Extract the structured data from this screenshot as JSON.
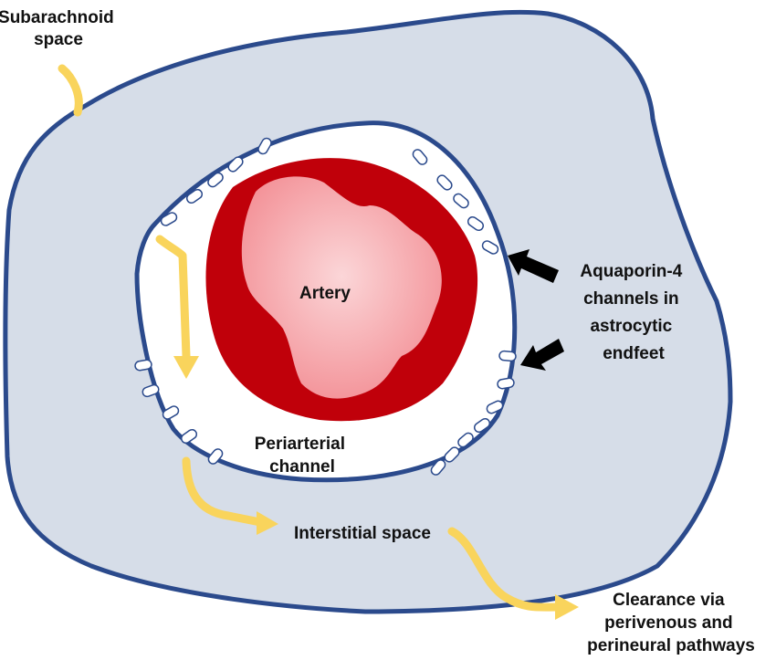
{
  "labels": {
    "subarachnoid": [
      "Subarachnoid",
      "space"
    ],
    "artery": "Artery",
    "periarterial": [
      "Periarterial",
      "channel"
    ],
    "interstitial": "Interstitial space",
    "aquaporin": [
      "Aquaporin-4",
      "channels in",
      "astrocytic",
      "endfeet"
    ],
    "clearance": [
      "Clearance via",
      "perivenous and",
      "perineural pathways"
    ]
  },
  "colors": {
    "tissue_fill": "#d6dde8",
    "membrane_stroke": "#2b4a8c",
    "artery_wall": "#c0000a",
    "artery_lumen": "#f7a6aa",
    "flow_arrow": "#f9d45c",
    "pointer_arrow": "#000000"
  },
  "icons": {
    "flow": "yellow-flow-arrow",
    "pointer": "black-pointer-arrow",
    "channel": "aquaporin-channel-pill"
  }
}
